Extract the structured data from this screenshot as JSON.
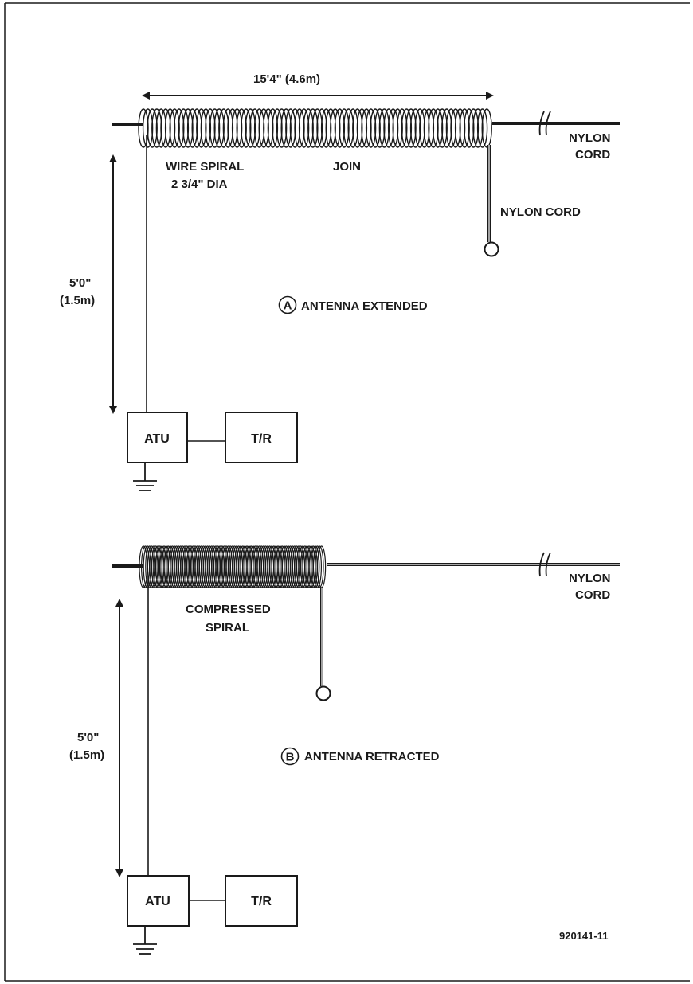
{
  "colors": {
    "ink": "#1a1a1a",
    "paper": "#ffffff"
  },
  "icons": [
    "ground-icon",
    "pull-ring-icon",
    "break-mark-icon",
    "circled-letter-icon"
  ],
  "figure_id": "920141-11",
  "panel_a": {
    "letter": "A",
    "caption": "ANTENNA EXTENDED",
    "length_label": "15'4\"  (4.6m)",
    "spiral_label_1": "WIRE SPIRAL",
    "spiral_label_2": "2 3/4\" DIA",
    "join_label": "JOIN",
    "cord_label_right_1": "NYLON",
    "cord_label_right_2": "CORD",
    "cord_label_drop": "NYLON CORD",
    "height_label_1": "5'0\"",
    "height_label_2": "(1.5m)",
    "atu_label": "ATU",
    "tr_label": "T/R"
  },
  "panel_b": {
    "letter": "B",
    "caption": "ANTENNA RETRACTED",
    "spiral_label_1": "COMPRESSED",
    "spiral_label_2": "SPIRAL",
    "cord_label_right_1": "NYLON",
    "cord_label_right_2": "CORD",
    "height_label_1": "5'0\"",
    "height_label_2": "(1.5m)",
    "atu_label": "ATU",
    "tr_label": "T/R"
  }
}
